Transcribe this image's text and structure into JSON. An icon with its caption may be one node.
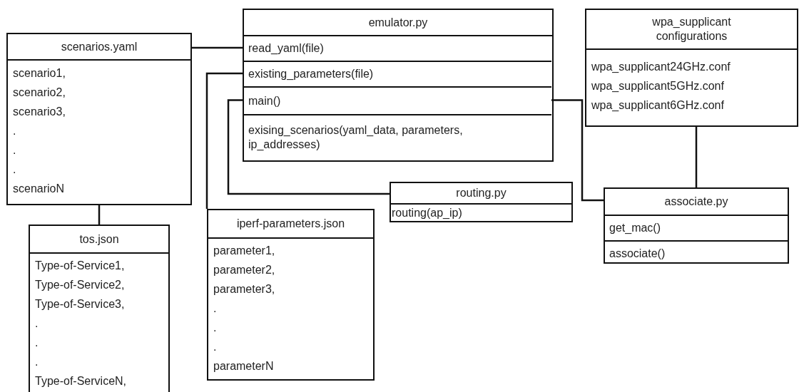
{
  "diagram": {
    "nodes": [
      {
        "text": [
          "scenarios.yaml",
          "scenario1,",
          "scenario2,",
          "scenario3,",
          ".",
          ".",
          ".",
          "scenarioN"
        ]
      },
      {
        "text": [
          "emulator.py"
        ]
      },
      {
        "text": [
          "read_yaml(file)"
        ],
        "in": 1
      },
      {
        "text": [
          "existing_parameters(file)"
        ],
        "in": 1
      },
      {
        "text": [
          "main()"
        ],
        "in": 1
      },
      {
        "text": [
          "exising_scenarios(yaml_data, parameters, ip_addresses)"
        ],
        "in": 1
      },
      {
        "text": [
          "wpa_supplicant configurations",
          "wpa_supplicant24GHz.conf",
          "wpa_supplicant5GHz.conf",
          "wpa_supplicant6GHz.conf"
        ]
      },
      {
        "text": [
          "routing.py",
          "routing(ap_ip)"
        ]
      },
      {
        "text": [
          "associate.py",
          "get_mac()",
          "associate()"
        ]
      },
      {
        "text": [
          "tos.json",
          "Type-of-Service1,",
          "Type-of-Service2,",
          "Type-of-Service3,",
          ".",
          ".",
          ".",
          "Type-of-ServiceN,"
        ]
      },
      {
        "text": [
          "iperf-parameters.json",
          "parameter1,",
          "parameter2,",
          "parameter3,",
          ".",
          ".",
          ".",
          "parameterN"
        ]
      }
    ],
    "edges": [
      {
        "from": 0,
        "to": 2,
        "arrow": "none"
      },
      {
        "from": 3,
        "to": 10,
        "arrow": "none"
      },
      {
        "from": 4,
        "to": 7,
        "arrow": "none"
      },
      {
        "from": 4,
        "to": 8,
        "arrow": "none"
      },
      {
        "from": 6,
        "to": 8,
        "arrow": "none"
      },
      {
        "from": 0,
        "to": 9,
        "arrow": "none"
      }
    ]
  }
}
